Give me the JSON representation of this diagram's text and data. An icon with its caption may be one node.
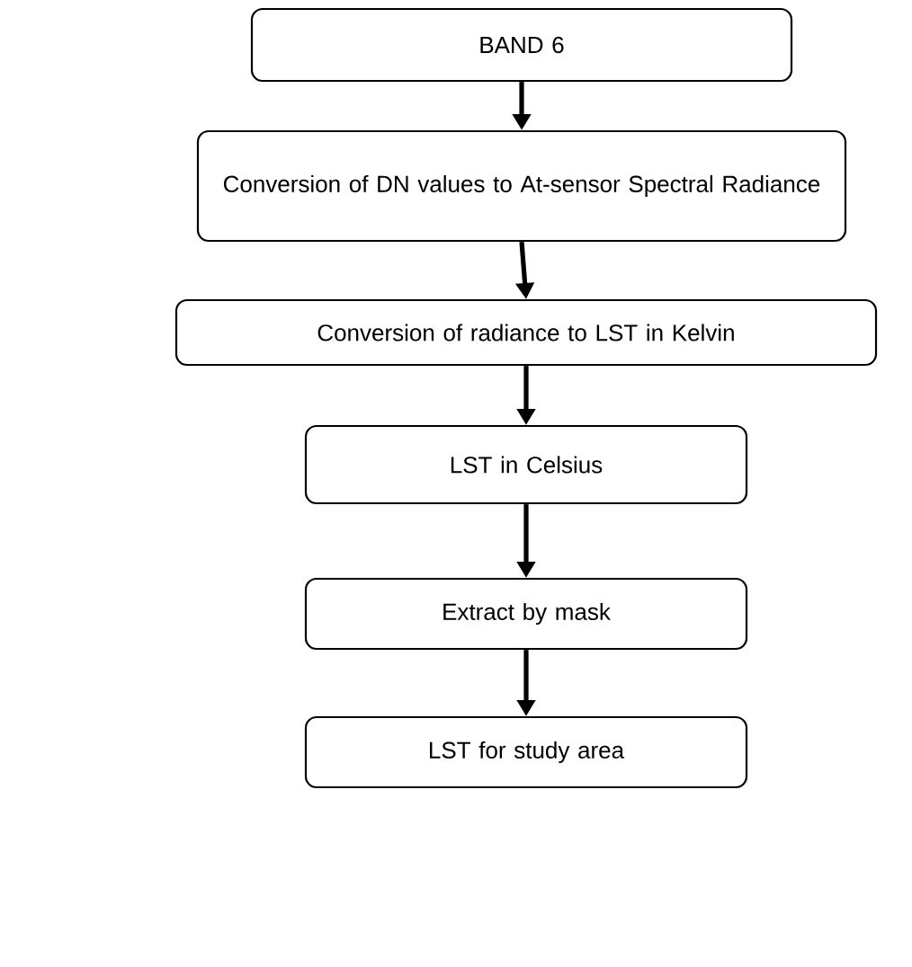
{
  "diagram": {
    "nodes": [
      {
        "text": [
          "BAND 6"
        ]
      },
      {
        "text": [
          "Conversion of DN values to At-sensor Spectral Radiance"
        ]
      },
      {
        "text": [
          "Conversion of radiance to LST in Kelvin"
        ]
      },
      {
        "text": [
          "LST in Celsius"
        ]
      },
      {
        "text": [
          "Extract by mask"
        ]
      },
      {
        "text": [
          "LST for study area"
        ]
      }
    ],
    "edges": [
      {
        "from": 0,
        "to": 1,
        "arrow": "to"
      },
      {
        "from": 1,
        "to": 2,
        "arrow": "to"
      },
      {
        "from": 2,
        "to": 3,
        "arrow": "to"
      },
      {
        "from": 3,
        "to": 4,
        "arrow": "to"
      },
      {
        "from": 4,
        "to": 5,
        "arrow": "to"
      }
    ]
  }
}
